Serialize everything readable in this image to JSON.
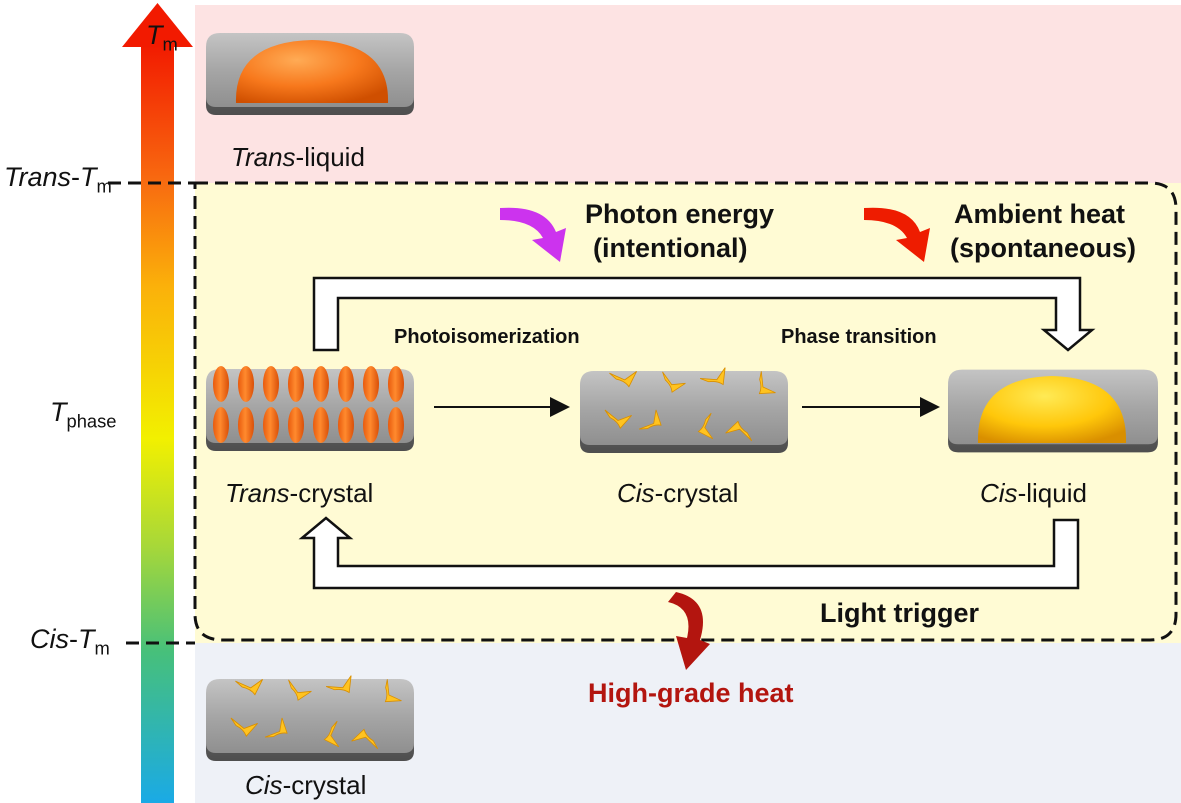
{
  "axis": {
    "top": {
      "italic": "T",
      "sub": "m"
    },
    "trans_tm": {
      "italic": "Trans",
      "dash": "-",
      "t": "T",
      "sub": "m"
    },
    "t_phase": {
      "italic": "T",
      "sub": "phase"
    },
    "cis_tm": {
      "italic": "Cis",
      "dash": "-",
      "t": "T",
      "sub": "m"
    }
  },
  "states": {
    "trans_liquid": {
      "italic": "Trans",
      "rest": "-liquid"
    },
    "trans_crystal": {
      "italic": "Trans",
      "rest": "-crystal"
    },
    "cis_crystal_mid": {
      "italic": "Cis",
      "rest": "-crystal"
    },
    "cis_liquid": {
      "italic": "Cis",
      "rest": "-liquid"
    },
    "cis_crystal_bottom": {
      "italic": "Cis",
      "rest": "-crystal"
    }
  },
  "energy": {
    "photon_line1": "Photon energy",
    "photon_line2": "(intentional)",
    "ambient_line1": "Ambient heat",
    "ambient_line2": "(spontaneous)"
  },
  "process": {
    "photoisomerization": "Photoisomerization",
    "phase_transition": "Phase transition",
    "light_trigger": "Light trigger",
    "high_grade_heat": "High-grade heat"
  },
  "colors": {
    "top_zone": "#fde3e3",
    "middle_zone": "#fffbd4",
    "bottom_zone": "#eef1f7",
    "high_grade_heat": "#b3150f",
    "photon_arrow": "#cc33ee",
    "ambient_arrow": "#ee1c00"
  }
}
